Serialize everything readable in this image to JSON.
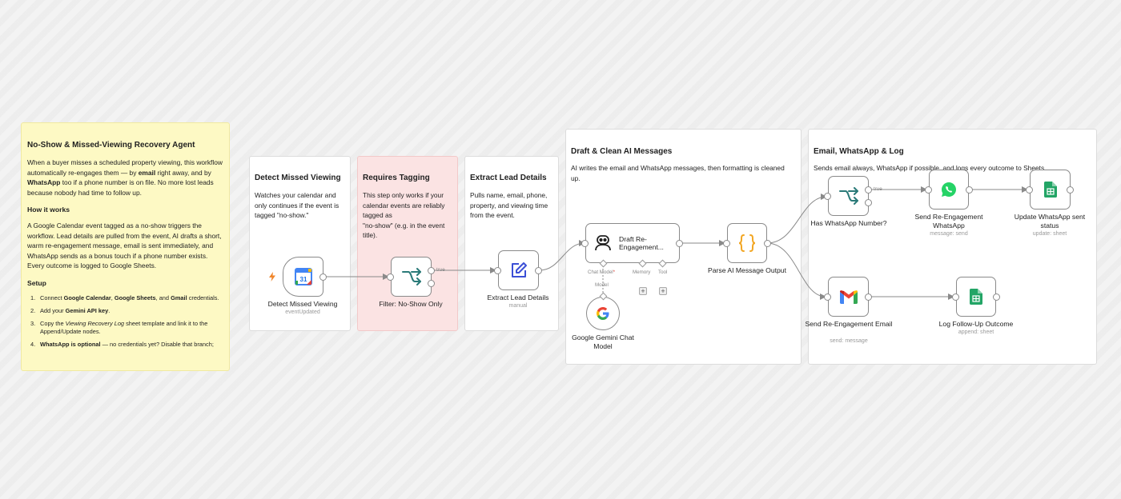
{
  "main_note": {
    "title": "No-Show & Missed-Viewing Recovery Agent",
    "intro_1": "When a buyer misses a scheduled property viewing, this workflow automatically re-engages them — by ",
    "intro_email": "email",
    "intro_2": " right away, and by ",
    "intro_whatsapp": "WhatsApp",
    "intro_3": " too if a phone number is on file. No more lost leads because nobody had time to follow up.",
    "how_title": "How it works",
    "how_text": "A Google Calendar event tagged as a no-show triggers the workflow. Lead details are pulled from the event, AI drafts a short, warm re-engagement message, email is sent immediately, and WhatsApp sends as a bonus touch if a phone number exists. Every outcome is logged to Google Sheets.",
    "setup_title": "Setup",
    "setup_items": [
      {
        "num": "1.",
        "a": "Connect ",
        "b": "Google Calendar",
        "c": ", ",
        "d": "Google Sheets",
        "e": ", and ",
        "f": "Gmail",
        "g": " credentials."
      },
      {
        "num": "2.",
        "a": "Add your ",
        "b": "Gemini API key",
        "c": "."
      },
      {
        "num": "3.",
        "a": "Copy the ",
        "b": "Viewing Recovery Log",
        "c": " sheet template and link it to the Append/Update nodes."
      },
      {
        "num": "4.",
        "a": "WhatsApp is optional",
        "b": " — no credentials yet? Disable that branch;"
      }
    ]
  },
  "sections": {
    "detect": {
      "title": "Detect Missed Viewing",
      "desc": "Watches your calendar and only continues if the event is tagged \"no-show.\""
    },
    "tagging": {
      "title": "Requires Tagging",
      "desc_1": "This step only works if your calendar events are reliably tagged as",
      "desc_2": "\"no-show\" (e.g. in the event title)."
    },
    "extract": {
      "title": "Extract Lead Details",
      "desc": "Pulls name, email, phone, property, and viewing time from the event."
    },
    "draft": {
      "title": "Draft & Clean AI Messages",
      "desc": "AI writes the email and WhatsApp messages, then formatting is cleaned up."
    },
    "send": {
      "title": "Email, WhatsApp & Log",
      "desc": "Sends email always, WhatsApp if possible, and logs every outcome to Sheets."
    }
  },
  "nodes": {
    "calendar": {
      "label": "Detect Missed Viewing",
      "sub": "eventUpdated",
      "icon": "google-calendar-icon",
      "day": "31"
    },
    "filter": {
      "label": "Filter: No-Show Only",
      "icon": "filter-branch-icon",
      "true_label": "true"
    },
    "extract": {
      "label": "Extract Lead Details",
      "sub": "manual",
      "icon": "edit-icon"
    },
    "agent": {
      "label": "Draft Re-Engagement...",
      "icon": "ai-agent-icon",
      "port_chat": "Chat Model",
      "port_chat_req": "*",
      "port_memory": "Memory",
      "port_tool": "Tool"
    },
    "gemini": {
      "label": "Google Gemini Chat Model",
      "icon": "google-icon",
      "port_model": "Model"
    },
    "parse": {
      "label": "Parse AI Message Output",
      "icon": "code-braces-icon"
    },
    "haswa": {
      "label": "Has WhatsApp Number?",
      "icon": "filter-branch-icon",
      "true_label": "true"
    },
    "sendwa": {
      "label": "Send Re-Engagement WhatsApp",
      "sub": "message: send",
      "icon": "whatsapp-icon"
    },
    "updatesheet": {
      "label": "Update WhatsApp sent status",
      "sub": "update: sheet",
      "icon": "google-sheets-icon"
    },
    "sendemail": {
      "label": "Send Re-Engagement Email",
      "sub": "send: message",
      "icon": "gmail-icon"
    },
    "logsheet": {
      "label": "Log Follow-Up Outcome",
      "sub": "append: sheet",
      "icon": "google-sheets-icon"
    }
  },
  "colors": {
    "sticky_yellow": "#fdf9c4",
    "sticky_pink": "#fbe3e3",
    "trigger_orange": "#f0862c",
    "filter_teal": "#2a7a78",
    "edit_blue": "#3b4fd6",
    "code_orange": "#f2a623",
    "whatsapp_green": "#25d366",
    "sheets_green": "#23a566",
    "edge_gray": "#8a8a8a"
  }
}
